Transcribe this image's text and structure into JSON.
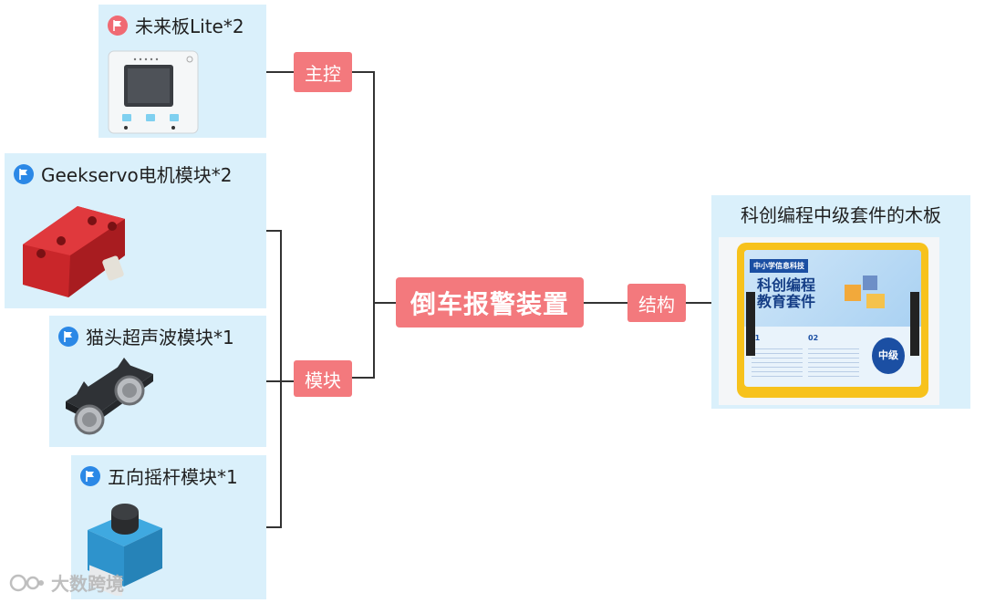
{
  "root": {
    "label": "倒车报警装置"
  },
  "branches": {
    "main_control": {
      "label": "主控"
    },
    "modules": {
      "label": "模块"
    },
    "structure": {
      "label": "结构"
    }
  },
  "cards": {
    "future_board": {
      "title": "未来板Lite*2",
      "flag_color": "#f06a73"
    },
    "geekservo": {
      "title": "Geekservo电机模块*2",
      "flag_color": "#2b88e6"
    },
    "ultrasonic": {
      "title": "猫头超声波模块*1",
      "flag_color": "#2b88e6"
    },
    "joystick": {
      "title": "五向摇杆模块*1",
      "flag_color": "#2b88e6"
    }
  },
  "structure_card": {
    "title": "科创编程中级套件的木板",
    "board_header": "中小学信息科技",
    "board_title_line1": "科创编程",
    "board_title_line2": "教育套件",
    "level_badge": "中级",
    "section_1": "01",
    "section_2": "02"
  },
  "watermark": {
    "text": "大数跨境"
  },
  "colors": {
    "accent": "#f3797d",
    "card_bg": "#daf0fb",
    "line": "#333333"
  }
}
